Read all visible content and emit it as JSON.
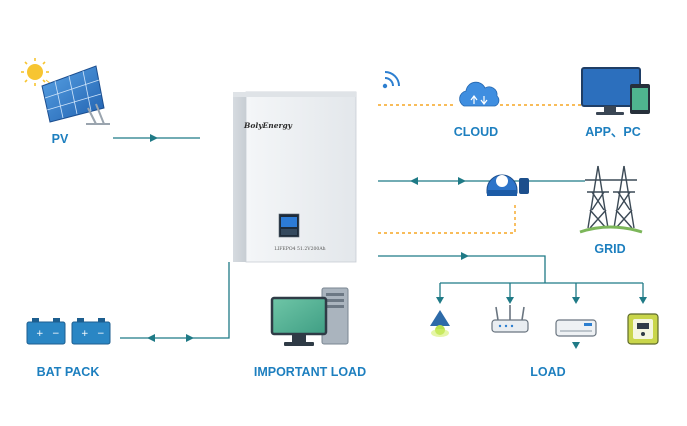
{
  "labels": {
    "pv": "PV",
    "cloud": "CLOUD",
    "app_pc": "APP、PC",
    "grid": "GRID",
    "bat_pack": "BAT PACK",
    "important_load": "IMPORTANT LOAD",
    "load": "LOAD"
  },
  "device": {
    "brand": "BolyEnergy",
    "model": "LIFEPO4 51.2V200Ah"
  },
  "colors": {
    "label": "#1d7fbf",
    "line": "#1f7a86",
    "arrow": "#1f7a86",
    "dashed": "#f5a623",
    "accent_blue": "#2d7fd0",
    "monitor_green": "#5fb79a"
  },
  "icons": {
    "solar": "solar-panel-icon",
    "wifi": "wifi-icon",
    "cloud": "cloud-icon",
    "computer": "computer-monitor-icon",
    "phone": "smartphone-icon",
    "meter": "current-transformer-icon",
    "tower": "power-tower-icon",
    "battery": "battery-icon",
    "desktop": "desktop-computer-icon",
    "lamp": "lamp-icon",
    "router": "router-icon",
    "ac": "air-conditioner-icon",
    "appliance": "appliance-icon"
  }
}
